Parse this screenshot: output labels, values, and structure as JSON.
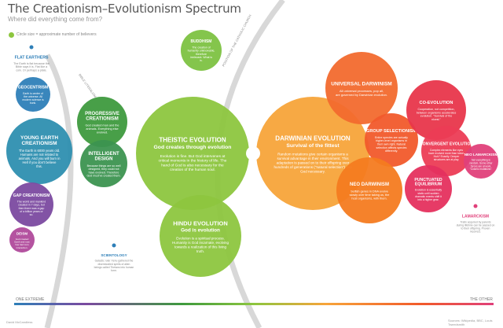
{
  "header": {
    "title": "The Creationism–Evolutionism Spectrum",
    "subtitle": "Where did everything come from?",
    "legend": "Circle size = approximate number of believers"
  },
  "arcs": {
    "left_label": "BIBLE LITERALISM",
    "right_label": "POSITION OF THE CATHOLIC CHURCH"
  },
  "axis": {
    "left": "ONE EXTREME",
    "right": "THE OTHER"
  },
  "footer": {
    "left": "David McCandless",
    "right": "Sources: Wikipedia, BBC, Louis Tweedsmith"
  },
  "colors": {
    "green": "#8dc63f",
    "darkgreen": "#3e9a3e",
    "teal": "#3aa78a",
    "blue": "#2e7fb8",
    "purple": "#8a4b9b",
    "magenta": "#d9466a",
    "orange": "#f7941d",
    "red": "#e8364b",
    "deeporange": "#f26522"
  },
  "nodes": [
    {
      "title": "FLAT EARTHERS",
      "body": "The Earth is flat because the Bible says it is. Flat like a coin. Or perhaps a plate.",
      "fill": "none",
      "tcolor": "#2e7fb8"
    },
    {
      "title": "GEOCENTRISM",
      "body": "Earth is center of the universe. All modern science is bunk.",
      "fill": "#2e7fb8",
      "tcolor": "#ffffff"
    },
    {
      "title": "YOUNG EARTH CREATIONISM",
      "body": "The Earth is 6000 years old. Humans are not related to animals. And you will burn in Hell if you don't believe this.",
      "fill": "#2e8fb0",
      "tcolor": "#ffffff"
    },
    {
      "title": "GAP CREATIONISM",
      "body": "The world and mankind created in 7 days, but then there was a gap of a billion years or so.",
      "fill": "#7b4aa0",
      "tcolor": "#ffffff"
    },
    {
      "title": "DEISM",
      "body": "God created Earth and now has had zero interaction.",
      "fill": "#b04a9b",
      "tcolor": "#ffffff"
    },
    {
      "title": "PROGRESSIVE CREATIONISM",
      "body": "God created man and the animals. Everything else evolved.",
      "fill": "#3e9a3e",
      "tcolor": "#ffffff"
    },
    {
      "title": "INTELLIGENT DESIGN",
      "body": "Because things are so well designed, they could not have evolved. Therefore God must've created them.",
      "fill": "#3c9450",
      "tcolor": "#ffffff"
    },
    {
      "title": "BUDDHISM",
      "body": "The creation of humanity unknowable, therefore irrelevant. What is is.",
      "fill": "#7dc242",
      "tcolor": "#ffffff"
    },
    {
      "title": "THEISTIC EVOLUTION",
      "sub": "God creates through evolution",
      "body": "Evolution is fine. But God intervenes at critical moments in the history of life. The hand of God is also necessary for the creation of the human soul.",
      "fill": "#8dc63f",
      "tcolor": "#ffffff"
    },
    {
      "title": "HINDU EVOLUTION",
      "sub": "God is evolution",
      "body": "Evolution is a spiritual process. Humanity is God incarnate, evolving towards a realization of this living truth.",
      "fill": "#8dc63f",
      "tcolor": "#ffffff"
    },
    {
      "title": "SCIENTOLOGY",
      "body": "Galactic ruler Xenu gathered the disembodied spirits of alien beings called Thetans into human form.",
      "fill": "none",
      "tcolor": "#2e7fb8"
    },
    {
      "title": "DARWINIAN EVOLUTION",
      "sub": "Survival of the fittest",
      "body": "Random mutations give certain organisms a survival advantage in their environment. This adaptation is passed on to their offspring over hundreds of generations (\"natural selection\"). No God necessary.",
      "fill": "#f7a43a",
      "tcolor": "#ffffff"
    },
    {
      "title": "UNIVERSAL DARWINISM",
      "body": "All universal processes, pop all, are governed by Darwinian evolution.",
      "fill": "#f26a2e",
      "tcolor": "#ffffff"
    },
    {
      "title": "GROUP SELECTIONISM",
      "body": "Entire species are actually higher-level organisms in their own right. Natural selection affects species differently.",
      "fill": "#f15a2b",
      "tcolor": "#ffffff"
    },
    {
      "title": "NEO DARWINISM",
      "body": "Selfish genes in DNA evolve slowly over time taking us, the host organisms, with them.",
      "fill": "#f47b20",
      "tcolor": "#ffffff"
    },
    {
      "title": "CO-EVOLUTION",
      "body": "Cooperation, not competition, between organisms accelerates evolution. \"Survival of the nicest.\"",
      "fill": "#e8364b",
      "tcolor": "#ffffff"
    },
    {
      "title": "CONVERGENT EVOLUTION",
      "body": "Complex elements like eyes have evolved more than twice. Huh? Exactly. Deeper structures are at play.",
      "fill": "#ec3c55",
      "tcolor": "#ffffff"
    },
    {
      "title": "PUNCTUATED EQUILIBRIUM",
      "body": "Evolution is essentially static until sudden dramatic events shift it into a higher gear.",
      "fill": "#e5305e",
      "tcolor": "#ffffff"
    },
    {
      "title": "NEO LAMARCKISM",
      "body": "Not everything is random. Some other forces are at work. \"Cosmic mutations\".",
      "fill": "#e0407a",
      "tcolor": "#ffffff"
    },
    {
      "title": "LAMARCKISM",
      "body": "Traits acquired by parents during lifetime can be passed on to their offspring. Proven incorrect.",
      "fill": "none",
      "tcolor": "#e0407a"
    }
  ]
}
